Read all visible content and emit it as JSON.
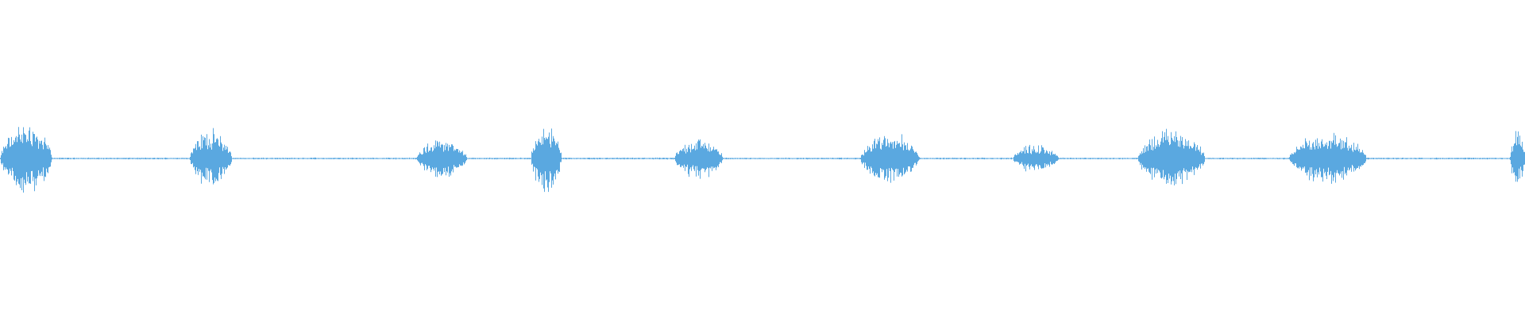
{
  "waveform": {
    "color": "#5aa8e0",
    "background": "#ffffff",
    "baseline_amplitude": 0.003,
    "bursts": [
      {
        "start": 0.0,
        "end": 0.034,
        "peak": 0.12
      },
      {
        "start": 0.124,
        "end": 0.152,
        "peak": 0.1
      },
      {
        "start": 0.273,
        "end": 0.306,
        "peak": 0.07
      },
      {
        "start": 0.348,
        "end": 0.368,
        "peak": 0.12
      },
      {
        "start": 0.442,
        "end": 0.474,
        "peak": 0.07
      },
      {
        "start": 0.564,
        "end": 0.603,
        "peak": 0.09
      },
      {
        "start": 0.664,
        "end": 0.694,
        "peak": 0.05
      },
      {
        "start": 0.746,
        "end": 0.79,
        "peak": 0.1
      },
      {
        "start": 0.845,
        "end": 0.896,
        "peak": 0.09
      },
      {
        "start": 0.99,
        "end": 1.0,
        "peak": 0.1
      }
    ]
  }
}
